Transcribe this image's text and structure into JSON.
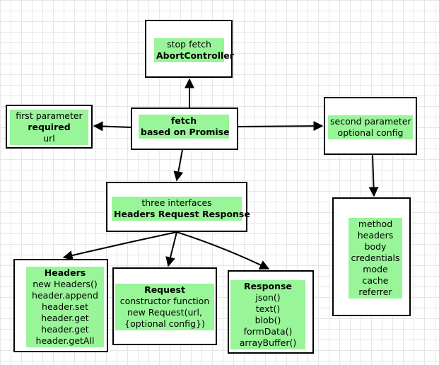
{
  "nodes": {
    "stop": {
      "lines": [
        "stop fetch",
        "AbortController"
      ]
    },
    "fetch": {
      "lines": [
        "fetch",
        "based on Promise"
      ]
    },
    "first": {
      "lines": [
        "first parameter",
        "required",
        "url"
      ]
    },
    "second": {
      "lines": [
        "second parameter",
        "optional config"
      ]
    },
    "three": {
      "lines": [
        "three interfaces",
        "Headers Request Response"
      ]
    },
    "headers": {
      "lines": [
        "Headers",
        "new Headers()",
        "header.append",
        "header.set",
        "header.get",
        "header.get",
        "header.getAll"
      ]
    },
    "request": {
      "lines": [
        "Request",
        "constructor function",
        "new Request(url,",
        "{optional config})"
      ]
    },
    "response": {
      "lines": [
        "Response",
        "json()",
        "text()",
        "blob()",
        "formData()",
        "arrayBuffer()"
      ]
    },
    "config": {
      "lines": [
        "method",
        "headers",
        "body",
        "credentials",
        "mode",
        "cache",
        "referrer"
      ]
    }
  }
}
